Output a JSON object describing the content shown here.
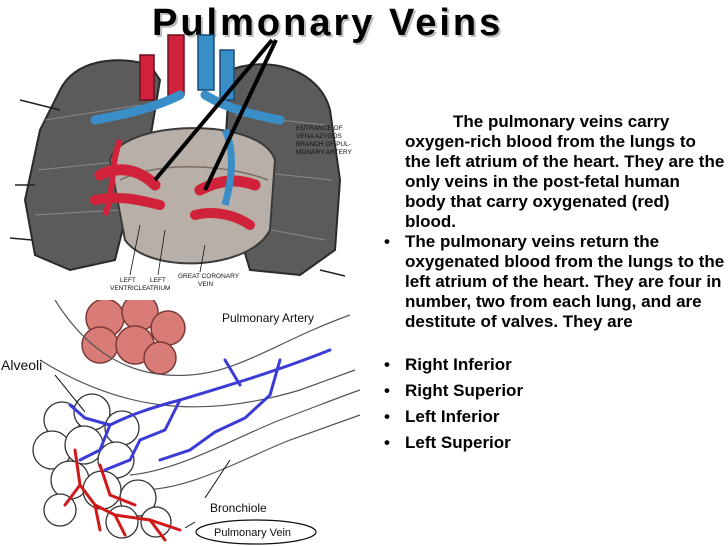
{
  "slide": {
    "title": "Pulmonary Veins"
  },
  "body": {
    "paragraph_1": "The pulmonary veins carry oxygen-rich blood from the lungs to the left atrium of the heart. They are the only veins in the post-fetal human body that carry oxygenated (red) blood.",
    "paragraph_2": "The pulmonary veins return the oxygenated blood from the lungs to the left atrium of the heart. They are four in number, two from each lung, and are destitute of valves. They are",
    "bullet_glyph": "•",
    "veins": [
      "Right Inferior",
      "Right Superior",
      "Left Inferior",
      "Left Superior"
    ]
  },
  "heart_figure": {
    "labels": {
      "entrance_1": "ENTRANCE OF",
      "entrance_2": "VENA AZYGOS",
      "entrance_3": "BRANCH OF PUL-",
      "entrance_4": "MONARY ARTERY",
      "left_ventricle_1": "LEFT",
      "left_ventricle_2": "VENTRICLE",
      "left_atrium_1": "LEFT",
      "left_atrium_2": "ATRIUM",
      "coronary_1": "GREAT CORONARY",
      "coronary_2": "VEIN"
    }
  },
  "alveoli_figure": {
    "labels": {
      "alveoli": "Alveoli",
      "pulmonary_artery": "Pulmonary Artery",
      "bronchiole": "Bronchiole",
      "pulmonary_vein": "Pulmonary Vein"
    }
  },
  "colors": {
    "vein_red": "#d0223a",
    "artery_blue": "#3a8ec8",
    "lung_gray": "#5b5b5b",
    "capillary_blue": "#3b3bd6",
    "capillary_red": "#d01818",
    "alveoli_pink": "#d97c78"
  }
}
